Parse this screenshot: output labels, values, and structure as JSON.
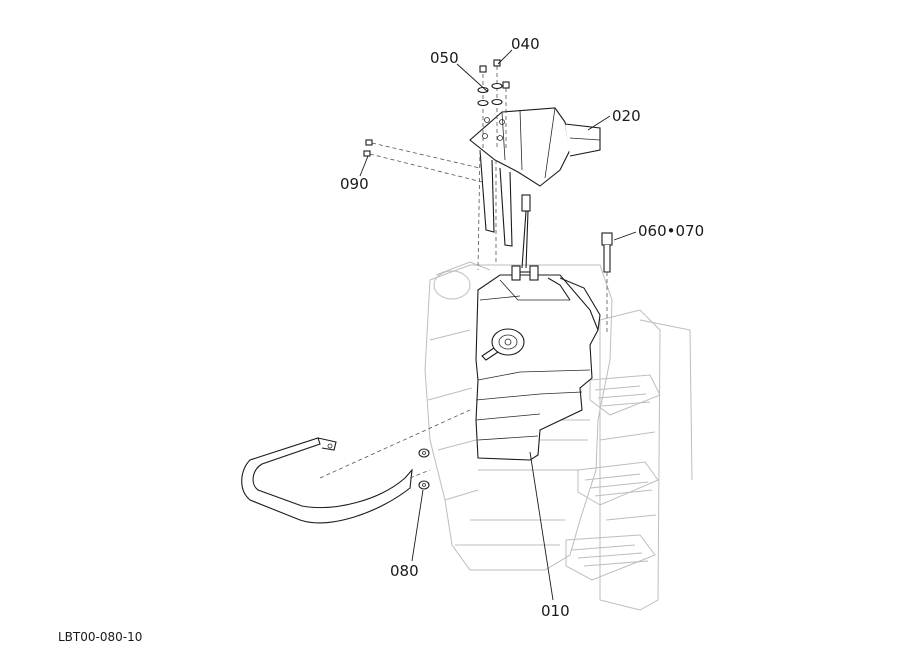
{
  "callouts": {
    "c050": "050",
    "c040": "040",
    "c020": "020",
    "c090": "090",
    "c060_070": "060•070",
    "c080": "080",
    "c010": "010"
  },
  "drawing_id": "LBT00-080-10"
}
